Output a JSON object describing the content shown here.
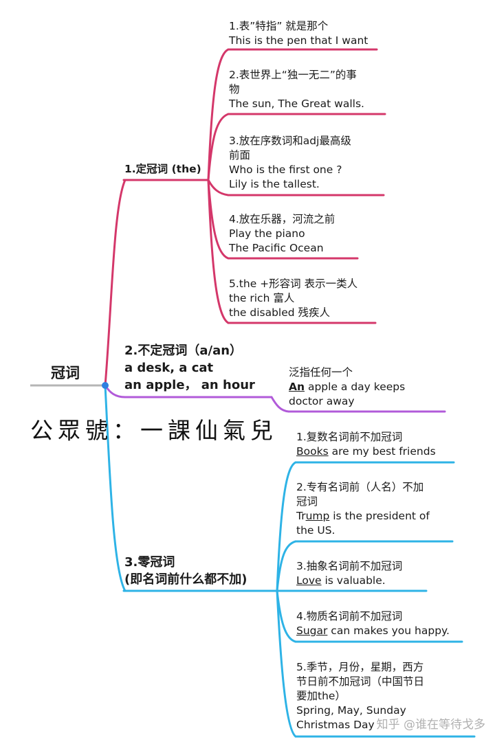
{
  "root": {
    "label": "冠词"
  },
  "colors": {
    "definite": "#d4376a",
    "indefinite": "#b15ad9",
    "zero": "#2eb3e6",
    "root": "#b5b5b5"
  },
  "watermark": "公眾號：一課仙氣兒",
  "zhihu": "知乎 @谁在等待戈多",
  "branches": {
    "definite": {
      "title": "1.定冠词 (the)",
      "leaves": [
        {
          "l1": "1.表”特指” 就是那个",
          "l2": "This is the pen that I want"
        },
        {
          "l1": "2.表世界上“独一无二”的事",
          "l2": "物",
          "l3": "The sun, The Great walls."
        },
        {
          "l1": "3.放在序数词和adj最高级",
          "l2": "前面",
          "l3": "Who is the first one ?",
          "l4": "Lily is the tallest."
        },
        {
          "l1": "4.放在乐器，河流之前",
          "l2": "Play the piano",
          "l3": "The Pacific Ocean"
        },
        {
          "l1": "5.the +形容词 表示一类人",
          "l2": "the rich 富人",
          "l3": "the disabled  残疾人"
        }
      ]
    },
    "indefinite": {
      "title": "2.不定冠词（a/an）",
      "line2": "a desk,  a cat",
      "line3": "an apple， an hour",
      "leaf": {
        "l1": "泛指任何一个",
        "u": "An",
        "rest": " apple a day keeps",
        "l3": "doctor away"
      }
    },
    "zero": {
      "title1": "3.零冠词",
      "title2": "(即名词前什么都不加)",
      "leaves": [
        {
          "l1": "1.复数名词前不加冠词",
          "u": "Books",
          "rest": " are my best friends"
        },
        {
          "l1": "2.专有名词前（人名）不加",
          "l2": "冠词",
          "pre": "Tr",
          "u": "ump",
          "rest": " is the president of",
          "l4": "the US."
        },
        {
          "l1": "3.抽象名词前不加冠词",
          "u": "Love",
          "rest": " is valuable."
        },
        {
          "l1": "4.物质名词前不加冠词",
          "u": "Sugar",
          "rest": " can makes you happy."
        },
        {
          "l1": "5.季节，月份，星期，西方",
          "l2": "节日前不加冠词（中国节日",
          "l3": "要加the）",
          "l4": "Spring,  May, Sunday",
          "l5": "Christmas Day"
        }
      ]
    }
  }
}
